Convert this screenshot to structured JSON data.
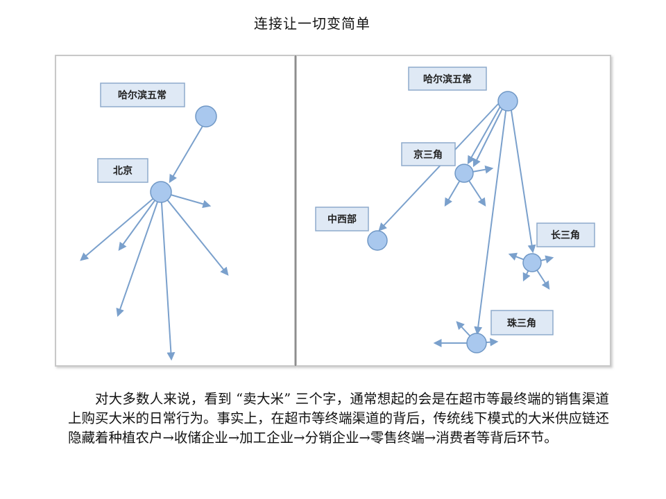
{
  "title": "连接让一切变简单",
  "left_panel": {
    "labels": {
      "harbin": "哈尔滨五常",
      "beijing": "北京"
    }
  },
  "right_panel": {
    "labels": {
      "harbin": "哈尔滨五常",
      "jing_sanjiao": "京三角",
      "zhongxibu": "中西部",
      "chang_sanjiao": "长三角",
      "zhu_sanjiao": "珠三角"
    }
  },
  "caption": "对大多数人来说，看到 “卖大米” 三个字，通常想起的会是在超市等最终端的销售渠道上购买大米的日常行为。事实上，在超市等终端渠道的背后，传统线下模式的大米供应链还隐藏着种植农户→收储企业→加工企业→分销企业→零售终端→消费者等背后环节。",
  "colors": {
    "node_fill": "#a9c8ee",
    "node_stroke": "#6f97c5",
    "edge": "#7aa0cc",
    "label_fill": "#dfe9f5",
    "label_stroke": "#8eaacb",
    "panel_border": "#c8c8c8"
  }
}
